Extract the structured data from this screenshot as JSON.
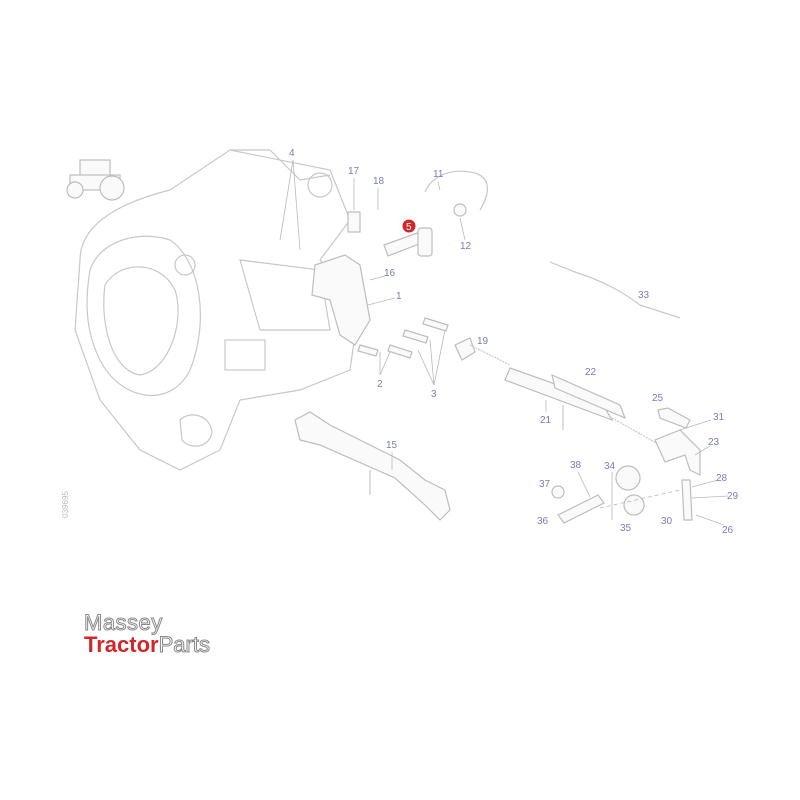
{
  "diagram": {
    "highlight_color": "#d1262a",
    "label_color": "#7b7bb8",
    "highlighted_part": "5",
    "drawing_code": "039695",
    "callouts": [
      "4",
      "17",
      "18",
      "11",
      "5",
      "12",
      "16",
      "1",
      "33",
      "19",
      "22",
      "2",
      "3",
      "25",
      "31",
      "21",
      "23",
      "15",
      "38",
      "34",
      "37",
      "28",
      "29",
      "36",
      "30",
      "35",
      "26"
    ]
  },
  "logo": {
    "line1": "Massey",
    "line2a": "Tractor",
    "line2b": "Parts"
  }
}
